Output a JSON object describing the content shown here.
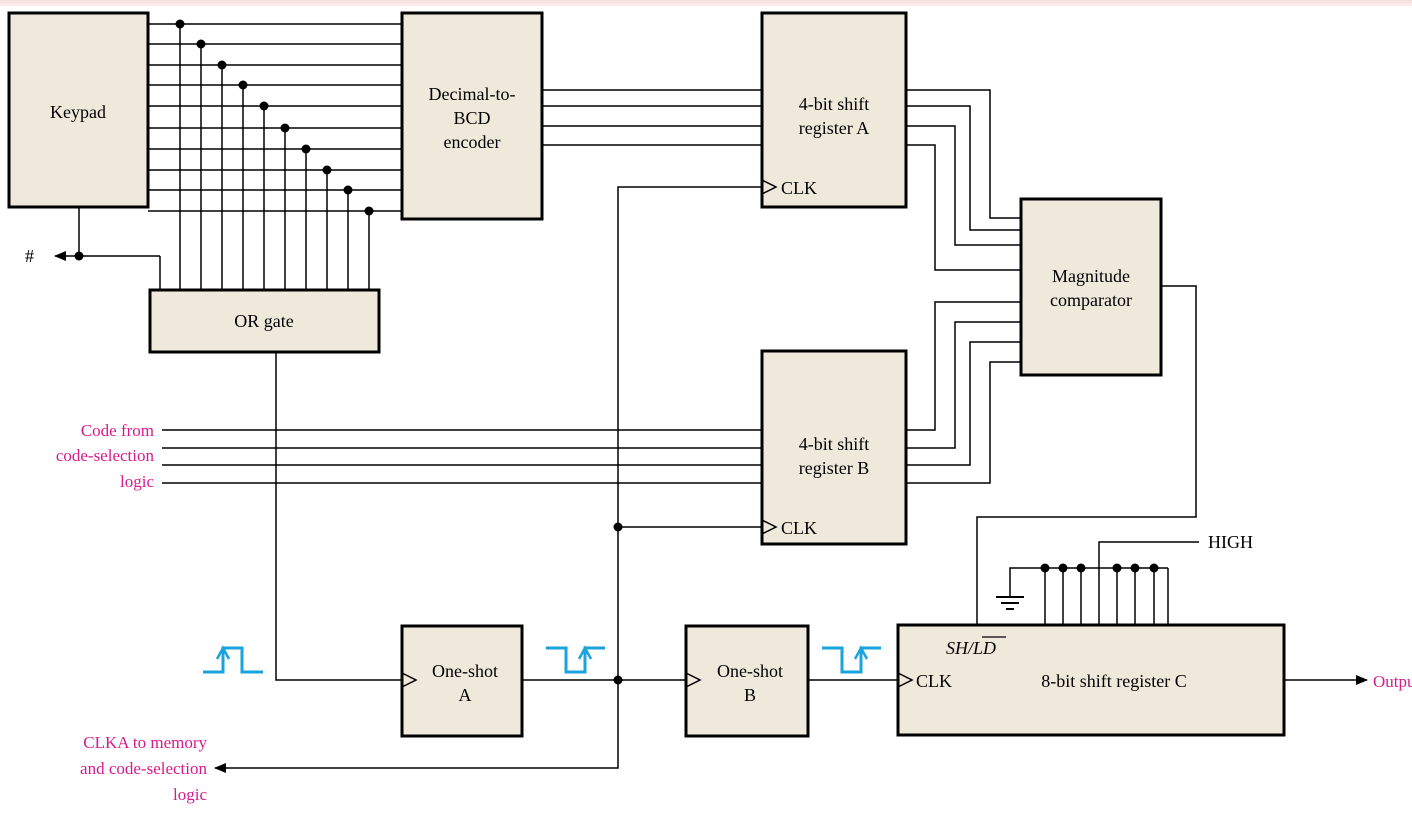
{
  "blocks": {
    "keypad": "Keypad",
    "encoder": [
      "Decimal-to-",
      "BCD",
      "encoder"
    ],
    "or_gate": "OR gate",
    "shift_a": [
      "4-bit shift",
      "register A"
    ],
    "shift_b": [
      "4-bit shift",
      "register B"
    ],
    "comparator": [
      "Magnitude",
      "comparator"
    ],
    "one_shot_a": [
      "One-shot",
      "A"
    ],
    "one_shot_b": [
      "One-shot",
      "B"
    ],
    "shift_c": "8-bit shift register C",
    "clk": "CLK",
    "sh_ld_sh": "SH/",
    "sh_ld_ld": "LD"
  },
  "signals": {
    "hash": "#",
    "high": "HIGH",
    "output": "Output",
    "code_from": [
      "Code from",
      "code-selection",
      "logic"
    ],
    "clka": [
      "CLKA to memory",
      "and code-selection",
      "logic"
    ]
  },
  "colors": {
    "signal_text": "#d81b8c",
    "pulse": "#1aa3dc",
    "block_fill": "#efe9dc"
  }
}
